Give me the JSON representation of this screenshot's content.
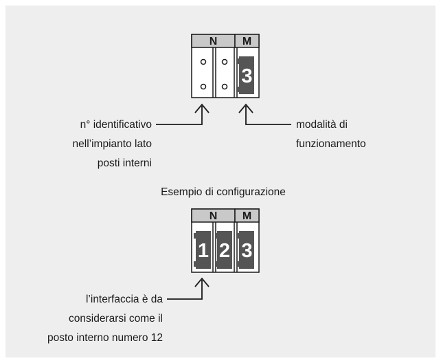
{
  "top_switch": {
    "header_n": "N",
    "header_m": "M",
    "m_digit": "3"
  },
  "labels": {
    "identifier": [
      "n° identificativo",
      "nell’impianto lato",
      "posti interni"
    ],
    "mode": [
      "modalità di",
      "funzionamento"
    ]
  },
  "example": {
    "title": "Esempio di configurazione",
    "header_n": "N",
    "header_m": "M",
    "digits": [
      "1",
      "2",
      "3"
    ],
    "note": [
      "l’interfaccia è da",
      "considerarsi come il",
      "posto interno numero 12"
    ]
  },
  "colors": {
    "background": "#eeeeee",
    "header_fill": "#c9c9c9",
    "digit_fill": "#555555",
    "line": "#1a1a1a"
  }
}
